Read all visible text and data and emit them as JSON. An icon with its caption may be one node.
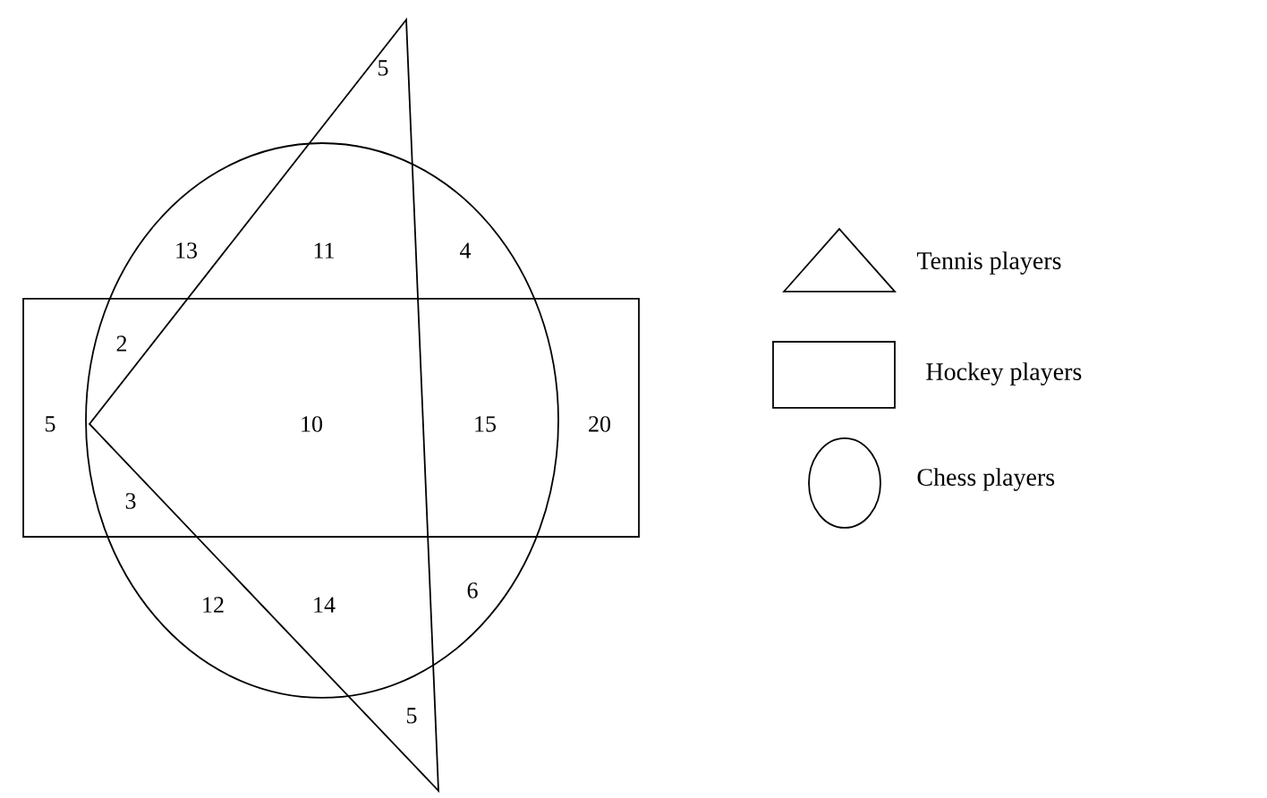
{
  "diagram": {
    "nodes": [
      {
        "text": [],
        "shape": "triangle"
      },
      {
        "text": [],
        "shape": "box"
      },
      {
        "text": [],
        "shape": "circle"
      }
    ],
    "labels": [
      "5",
      "13",
      "11",
      "4",
      "2",
      "5",
      "10",
      "15",
      "20",
      "3",
      "12",
      "14",
      "6",
      "5"
    ],
    "legend": [
      {
        "text": "Tennis players"
      },
      {
        "text": "Hockey players"
      },
      {
        "text": "Chess players"
      }
    ]
  }
}
